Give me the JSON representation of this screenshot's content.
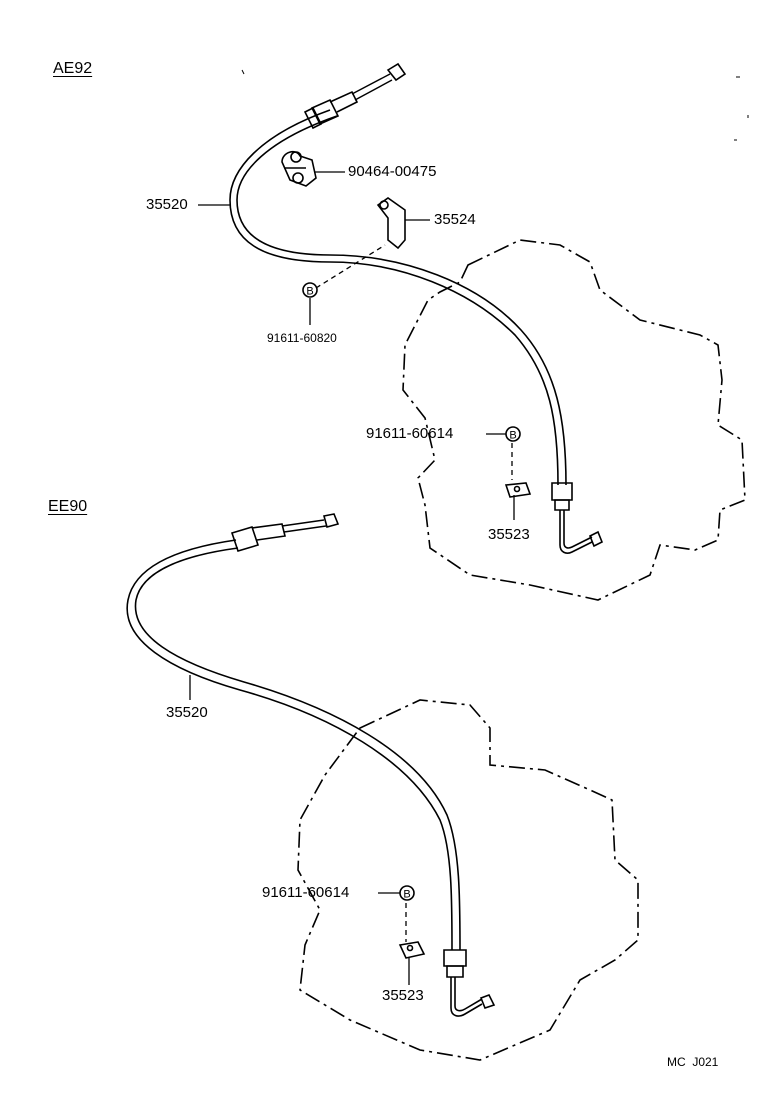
{
  "sections": {
    "upper": "AE92",
    "lower": "EE90"
  },
  "parts": {
    "upper_clamp": "90464-00475",
    "upper_cable": "35520",
    "upper_bracket": "35524",
    "upper_bolt_small": "91611-60820",
    "upper_bolt": "91611-60614",
    "upper_plate": "35523",
    "lower_cable": "35520",
    "lower_bolt": "91611-60614",
    "lower_plate": "35523"
  },
  "bolt_marker": "B",
  "footer_code": "MC  J021"
}
